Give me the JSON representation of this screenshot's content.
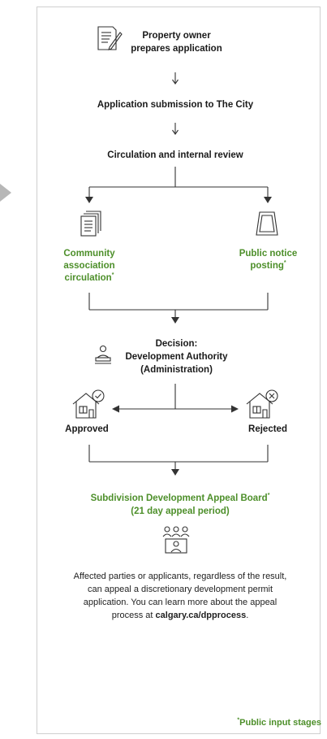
{
  "steps": {
    "prepare_line1": "Property owner",
    "prepare_line2": "prepares application",
    "submission": "Application submission to The City",
    "circulation": "Circulation and internal review",
    "community_line1": "Community",
    "community_line2": "association",
    "community_line3": "circulation",
    "public_line1": "Public notice",
    "public_line2": "posting",
    "decision_line1": "Decision:",
    "decision_line2": "Development Authority",
    "decision_line3": "(Administration)",
    "approved": "Approved",
    "rejected": "Rejected",
    "appeal_line1": "Subdivision Development Appeal Board",
    "appeal_line2": "(21 day appeal period)"
  },
  "marks": {
    "asterisk": "*"
  },
  "note": {
    "line1": "Affected parties or applicants, regardless of the result,",
    "line2": "can appeal a discretionary development permit",
    "line3": "application. You can learn more about the appeal",
    "line4_prefix": "process at ",
    "link": "calgary.ca/dpprocess",
    "line4_suffix": "."
  },
  "footer": {
    "legend": "Public input stages"
  },
  "colors": {
    "accent_green": "#4d8f2a",
    "text": "#1a1a1a",
    "line": "#333333",
    "border": "#cfcfcf"
  },
  "icons": [
    "document-pen-icon",
    "papers-stack-icon",
    "sign-board-icon",
    "person-podium-icon",
    "house-check-icon",
    "house-x-icon",
    "group-people-icon"
  ]
}
